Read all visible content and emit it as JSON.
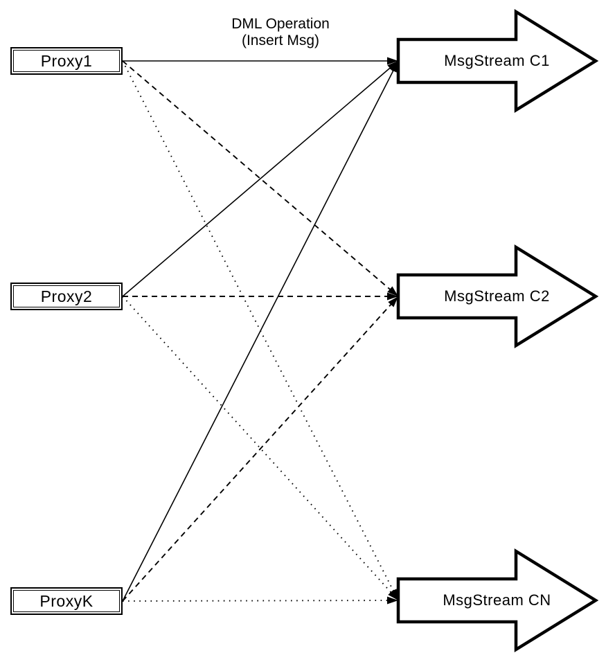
{
  "page": {
    "background": "#ffffff",
    "stroke_color": "#000000",
    "fill_color": "#ffffff"
  },
  "diagram": {
    "annotation": {
      "label": "DML Operation\n(Insert Msg)"
    },
    "proxies": [
      {
        "id": "proxy1",
        "label": "Proxy1"
      },
      {
        "id": "proxy2",
        "label": "Proxy2"
      },
      {
        "id": "proxyk",
        "label": "ProxyK"
      }
    ],
    "streams": [
      {
        "id": "c1",
        "label": "MsgStream C1"
      },
      {
        "id": "c2",
        "label": "MsgStream C2"
      },
      {
        "id": "cn",
        "label": "MsgStream CN"
      }
    ],
    "connections": [
      {
        "from": "proxy1",
        "to": "c1",
        "style": "solid"
      },
      {
        "from": "proxy1",
        "to": "c2",
        "style": "dashed"
      },
      {
        "from": "proxy1",
        "to": "cn",
        "style": "dotted"
      },
      {
        "from": "proxy2",
        "to": "c1",
        "style": "solid"
      },
      {
        "from": "proxy2",
        "to": "c2",
        "style": "dashed"
      },
      {
        "from": "proxy2",
        "to": "cn",
        "style": "dotted"
      },
      {
        "from": "proxyk",
        "to": "c1",
        "style": "solid"
      },
      {
        "from": "proxyk",
        "to": "c2",
        "style": "dashed"
      },
      {
        "from": "proxyk",
        "to": "cn",
        "style": "dotted"
      }
    ]
  }
}
